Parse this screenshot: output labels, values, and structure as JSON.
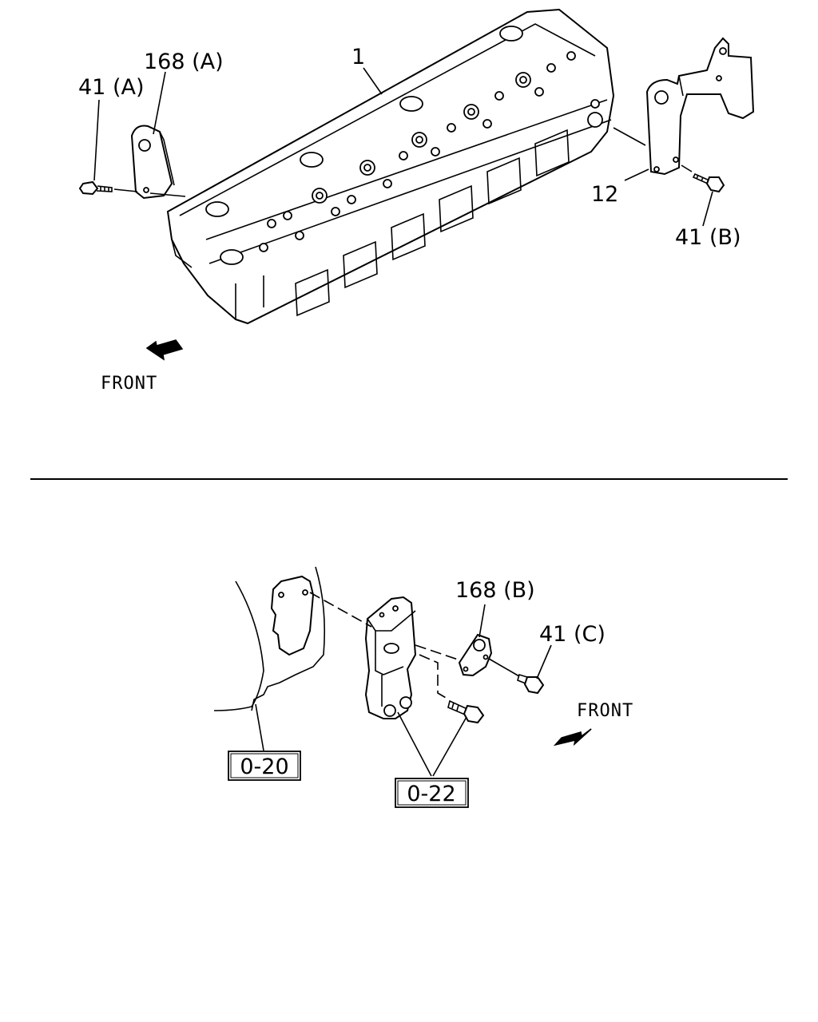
{
  "top_view": {
    "callouts": {
      "p168a": "168 (A)",
      "p41a": "41 (A)",
      "p1": "1",
      "p12": "12",
      "p41b": "41 (B)"
    },
    "front_label": "FRONT"
  },
  "bottom_view": {
    "callouts": {
      "p168b": "168 (B)",
      "p41c": "41 (C)"
    },
    "ref_boxes": {
      "r020": "0-20",
      "r022": "0-22"
    },
    "front_label": "FRONT"
  }
}
